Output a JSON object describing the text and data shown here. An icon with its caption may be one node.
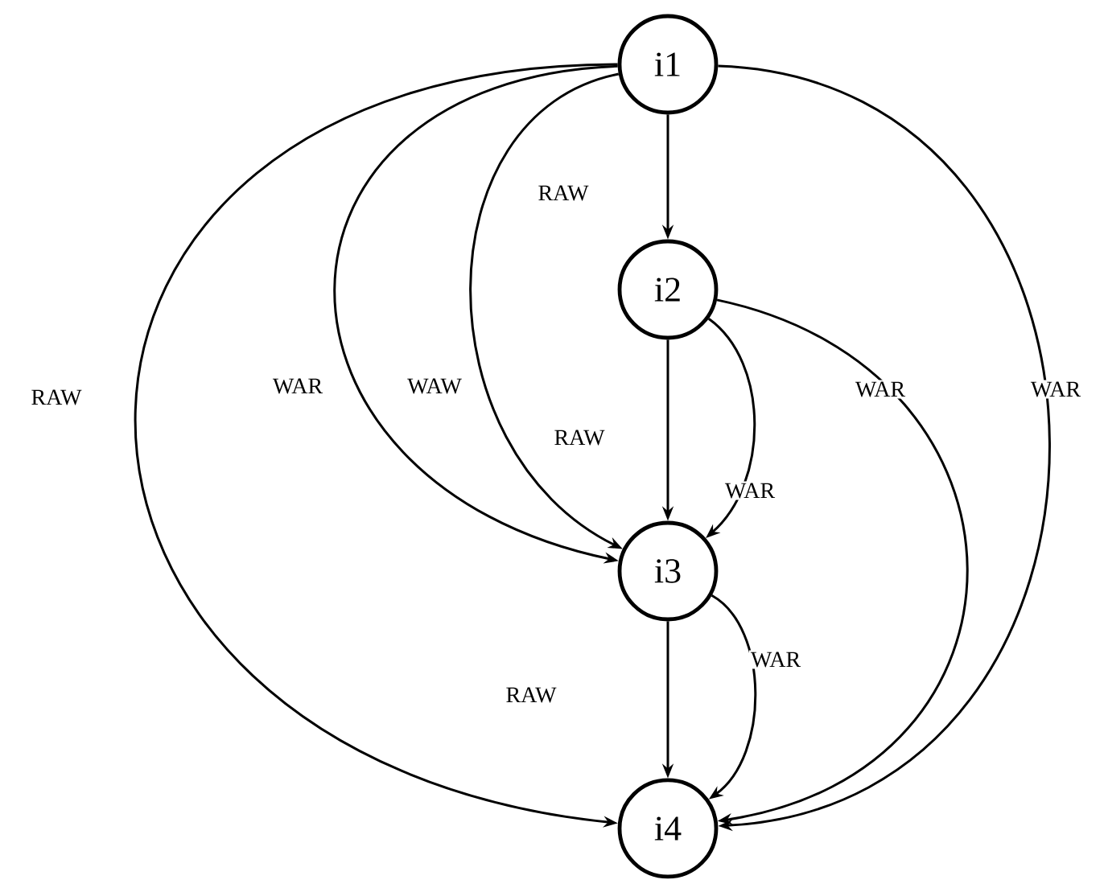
{
  "diagram": {
    "nodes": [
      {
        "text": [
          "i1"
        ]
      },
      {
        "text": [
          "i2"
        ]
      },
      {
        "text": [
          "i3"
        ]
      },
      {
        "text": [
          "i4"
        ]
      }
    ],
    "edges": [
      {
        "from": 0,
        "to": 1,
        "arrow": "to",
        "label": "RAW"
      },
      {
        "from": 0,
        "to": 2,
        "arrow": "to",
        "label": "WAW"
      },
      {
        "from": 0,
        "to": 2,
        "arrow": "to",
        "label": "WAR"
      },
      {
        "from": 0,
        "to": 3,
        "arrow": "to",
        "label": "RAW"
      },
      {
        "from": 0,
        "to": 3,
        "arrow": "to",
        "label": "WAR"
      },
      {
        "from": 1,
        "to": 2,
        "arrow": "to",
        "label": "RAW"
      },
      {
        "from": 1,
        "to": 2,
        "arrow": "to",
        "label": "WAR"
      },
      {
        "from": 1,
        "to": 3,
        "arrow": "to",
        "label": "WAR"
      },
      {
        "from": 2,
        "to": 3,
        "arrow": "to",
        "label": "RAW"
      },
      {
        "from": 2,
        "to": 3,
        "arrow": "to",
        "label": "WAR"
      }
    ]
  }
}
